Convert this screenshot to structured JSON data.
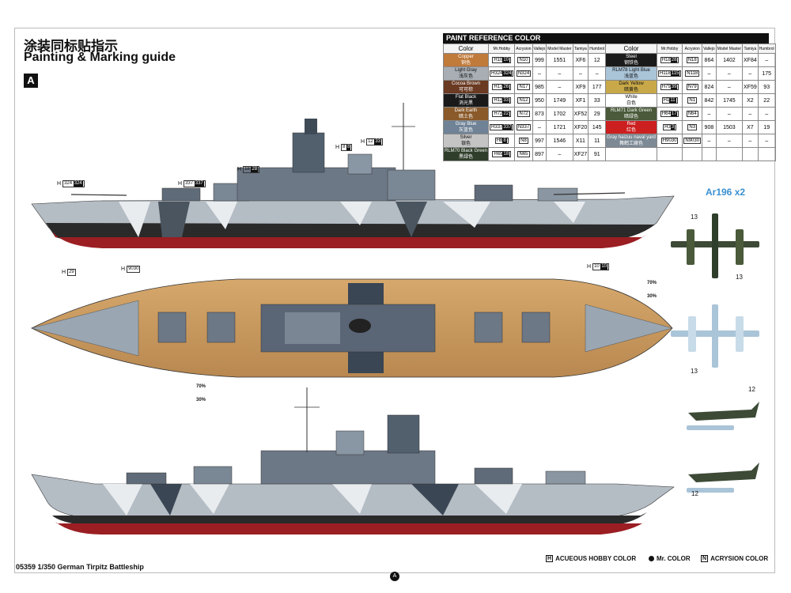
{
  "header": {
    "title_cn": "涂装同标贴指示",
    "title_en": "Painting & Marking guide",
    "sheet": "A"
  },
  "paint_ref": {
    "title": "PAINT  REFERENCE COLOR",
    "columns": [
      "Color",
      "Mr.Hobby",
      "Acrysion",
      "Vallejo",
      "Model Master",
      "Tamiya",
      "Humbrol"
    ],
    "left": [
      {
        "name": "Copper",
        "cn": "铜色",
        "hex": "#c07a3a",
        "h": "10",
        "m": "10",
        "n": "10",
        "vallejo": "999",
        "mm": "1551",
        "tamiya": "XF6",
        "humbrol": "12"
      },
      {
        "name": "Light Gray",
        "cn": "浅灰色",
        "hex": "#a8aeb4",
        "h": "324",
        "m": "324",
        "n": "324",
        "vallejo": "–",
        "mm": "–",
        "tamiya": "–",
        "humbrol": "–"
      },
      {
        "name": "Cocoa Brown",
        "cn": "可可棕",
        "hex": "#6a3a22",
        "h": "17",
        "m": "26",
        "n": "17",
        "vallejo": "985",
        "mm": "–",
        "tamiya": "XF9",
        "humbrol": "177"
      },
      {
        "name": "Flat Black",
        "cn": "消光黑",
        "hex": "#1a1a1a",
        "h": "12",
        "m": "33",
        "n": "12",
        "vallejo": "950",
        "mm": "1749",
        "tamiya": "XF1",
        "humbrol": "33"
      },
      {
        "name": "Dark Earth",
        "cn": "暗土色",
        "hex": "#8a5a2a",
        "h": "72",
        "m": "22",
        "n": "72",
        "vallejo": "873",
        "mm": "1702",
        "tamiya": "XF52",
        "humbrol": "29"
      },
      {
        "name": "Gray Blue",
        "cn": "灰蓝色",
        "hex": "#6f8296",
        "h": "337",
        "m": "337",
        "n": "337",
        "vallejo": "–",
        "mm": "1721",
        "tamiya": "XF20",
        "humbrol": "145"
      },
      {
        "name": "Silver",
        "cn": "银色",
        "hex": "#c4c4c4",
        "h": "8",
        "m": "8",
        "n": "8",
        "vallejo": "997",
        "mm": "1546",
        "tamiya": "X11",
        "humbrol": "11"
      },
      {
        "name": "RLM70 Black Green",
        "cn": "黑绿色",
        "hex": "#2f3e2a",
        "h": "65",
        "m": "18",
        "n": "65",
        "vallejo": "897",
        "mm": "–",
        "tamiya": "XF27",
        "humbrol": "91"
      }
    ],
    "right": [
      {
        "name": "Steel",
        "cn": "钢铁色",
        "hex": "#1a1a1a",
        "h": "18",
        "m": "28",
        "n": "18",
        "vallejo": "864",
        "mm": "1402",
        "tamiya": "XF84",
        "humbrol": "–"
      },
      {
        "name": "RLM78 Light Blue",
        "cn": "浅蓝色",
        "hex": "#aac4d8",
        "h": "118",
        "m": "115",
        "n": "118",
        "vallejo": "–",
        "mm": "–",
        "tamiya": "–",
        "humbrol": "175"
      },
      {
        "name": "Dark Yellow",
        "cn": "暗黄色",
        "hex": "#c8a848",
        "h": "79",
        "m": "39",
        "n": "79",
        "vallejo": "824",
        "mm": "–",
        "tamiya": "XF59",
        "humbrol": "93"
      },
      {
        "name": "White",
        "cn": "白色",
        "hex": "#ffffff",
        "h": "1",
        "m": "11",
        "n": "1",
        "vallejo": "842",
        "mm": "1745",
        "tamiya": "X2",
        "humbrol": "22"
      },
      {
        "name": "RLM71 Dark Green",
        "cn": "暗绿色",
        "hex": "#4a5a3a",
        "h": "64",
        "m": "17",
        "n": "64",
        "vallejo": "–",
        "mm": "–",
        "tamiya": "–",
        "humbrol": "–"
      },
      {
        "name": "Red",
        "cn": "红色",
        "hex": "#cc1f1f",
        "h": "3",
        "m": "3",
        "n": "3",
        "vallejo": "908",
        "mm": "1503",
        "tamiya": "X7",
        "humbrol": "19"
      },
      {
        "name": "Gray haizuu naval yard",
        "cn": "舞鹤工廠色",
        "hex": "#7d8a95",
        "h": "9030",
        "m": "",
        "n": "9030",
        "vallejo": "–",
        "mm": "–",
        "tamiya": "–",
        "humbrol": "–"
      },
      {
        "name": "",
        "cn": "",
        "hex": "#ffffff",
        "h": "",
        "m": "",
        "n": "",
        "vallejo": "",
        "mm": "",
        "tamiya": "",
        "humbrol": ""
      }
    ]
  },
  "aircraft_title": "Ar196 x2",
  "callouts": [
    {
      "id": "c1",
      "text": "H",
      "code": "12",
      "code2": "33"
    },
    {
      "id": "c2",
      "text": "H",
      "code": "8",
      "code2": "8"
    },
    {
      "id": "c3",
      "text": "H",
      "code": "29",
      "code2": ""
    },
    {
      "id": "c4",
      "text": "H",
      "code": "337",
      "code2": "337"
    },
    {
      "id": "c5",
      "text": "H",
      "code": "324",
      "code2": "324"
    },
    {
      "id": "c6",
      "text": "H",
      "code": "9030",
      "code2": ""
    },
    {
      "id": "c7",
      "text": "H",
      "code": "10",
      "code2": "10"
    },
    {
      "id": "c8",
      "text": "H",
      "code": "18",
      "code2": "28"
    }
  ],
  "ratio_labels": {
    "seventy": "70%",
    "thirty": "30%"
  },
  "aircraft_numbers": [
    "13",
    "12"
  ],
  "footer": {
    "model": "05359 1/350 German Tirpitz Battleship",
    "legend_h": "ACUEOUS HOBBY COLOR",
    "legend_m": "Mr. COLOR",
    "legend_n": "ACRYSION COLOR",
    "h_letter": "H",
    "n_letter": "N",
    "page_mark": "A"
  }
}
